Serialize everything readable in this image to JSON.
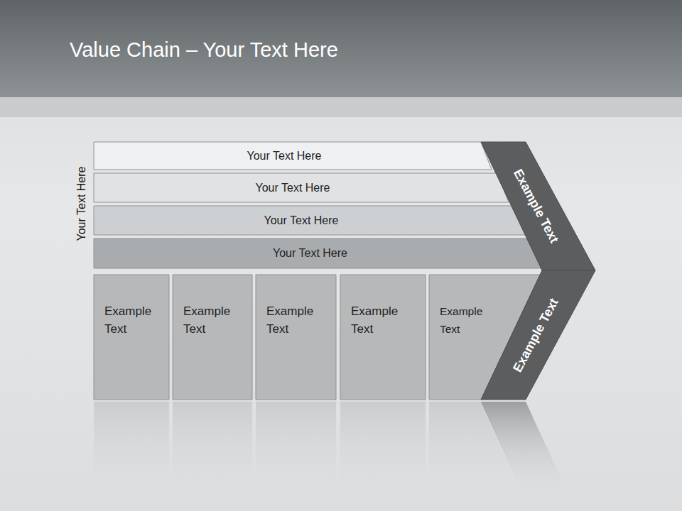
{
  "diagram": {
    "title": "Value Chain – Your Text Here",
    "nodes": [
      {
        "text": [
          "Your Text Here"
        ]
      },
      {
        "text": [
          "Your Text Here"
        ]
      },
      {
        "text": [
          "Your Text Here"
        ]
      },
      {
        "text": [
          "Your Text Here"
        ]
      },
      {
        "text": [
          "Example Text"
        ]
      },
      {
        "text": [
          "Example Text"
        ]
      },
      {
        "text": [
          "Example Text"
        ]
      },
      {
        "text": [
          "Example Text"
        ]
      },
      {
        "text": [
          "Example Text"
        ]
      },
      {
        "text": [
          "Example Text"
        ]
      },
      {
        "text": [
          "Example Text"
        ]
      }
    ],
    "labels": [
      "Your Text Here"
    ]
  }
}
